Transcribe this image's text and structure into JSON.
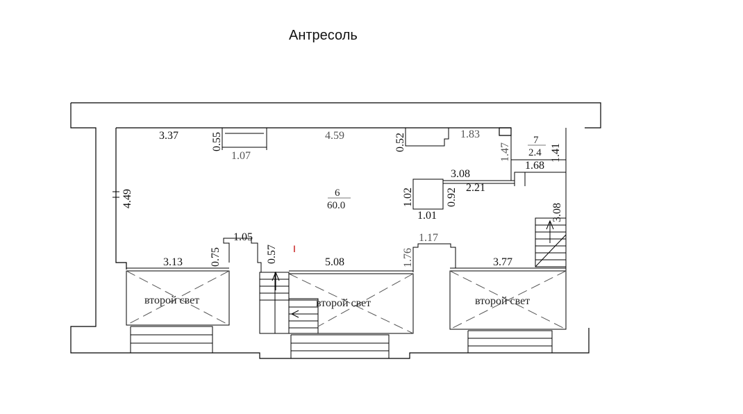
{
  "title": "Антресоль",
  "dimensions": {
    "d_3_37": "3.37",
    "d_0_55": "0.55",
    "d_1_07": "1.07",
    "d_4_59": "4.59",
    "d_0_52": "0.52",
    "d_1_83": "1.83",
    "d_1_47": "1.47",
    "d_1_41": "1.41",
    "d_1_68": "1.68",
    "d_3_08_top": "3.08",
    "d_2_21": "2.21",
    "d_1_02": "1.02",
    "d_0_92": "0.92",
    "d_1_01": "1.01",
    "d_4_49": "4.49",
    "d_3_08_side": "3.08",
    "d_1_05": "1.05",
    "d_0_75": "0.75",
    "d_0_57": "0.57",
    "d_3_13": "3.13",
    "d_5_08": "5.08",
    "d_1_76": "1.76",
    "d_1_17": "1.17",
    "d_3_77": "3.77"
  },
  "rooms": [
    {
      "number": "6",
      "area": "60.0"
    },
    {
      "number": "7",
      "area": "2.4"
    }
  ],
  "second_light_label": "второй свет",
  "marker": "I"
}
